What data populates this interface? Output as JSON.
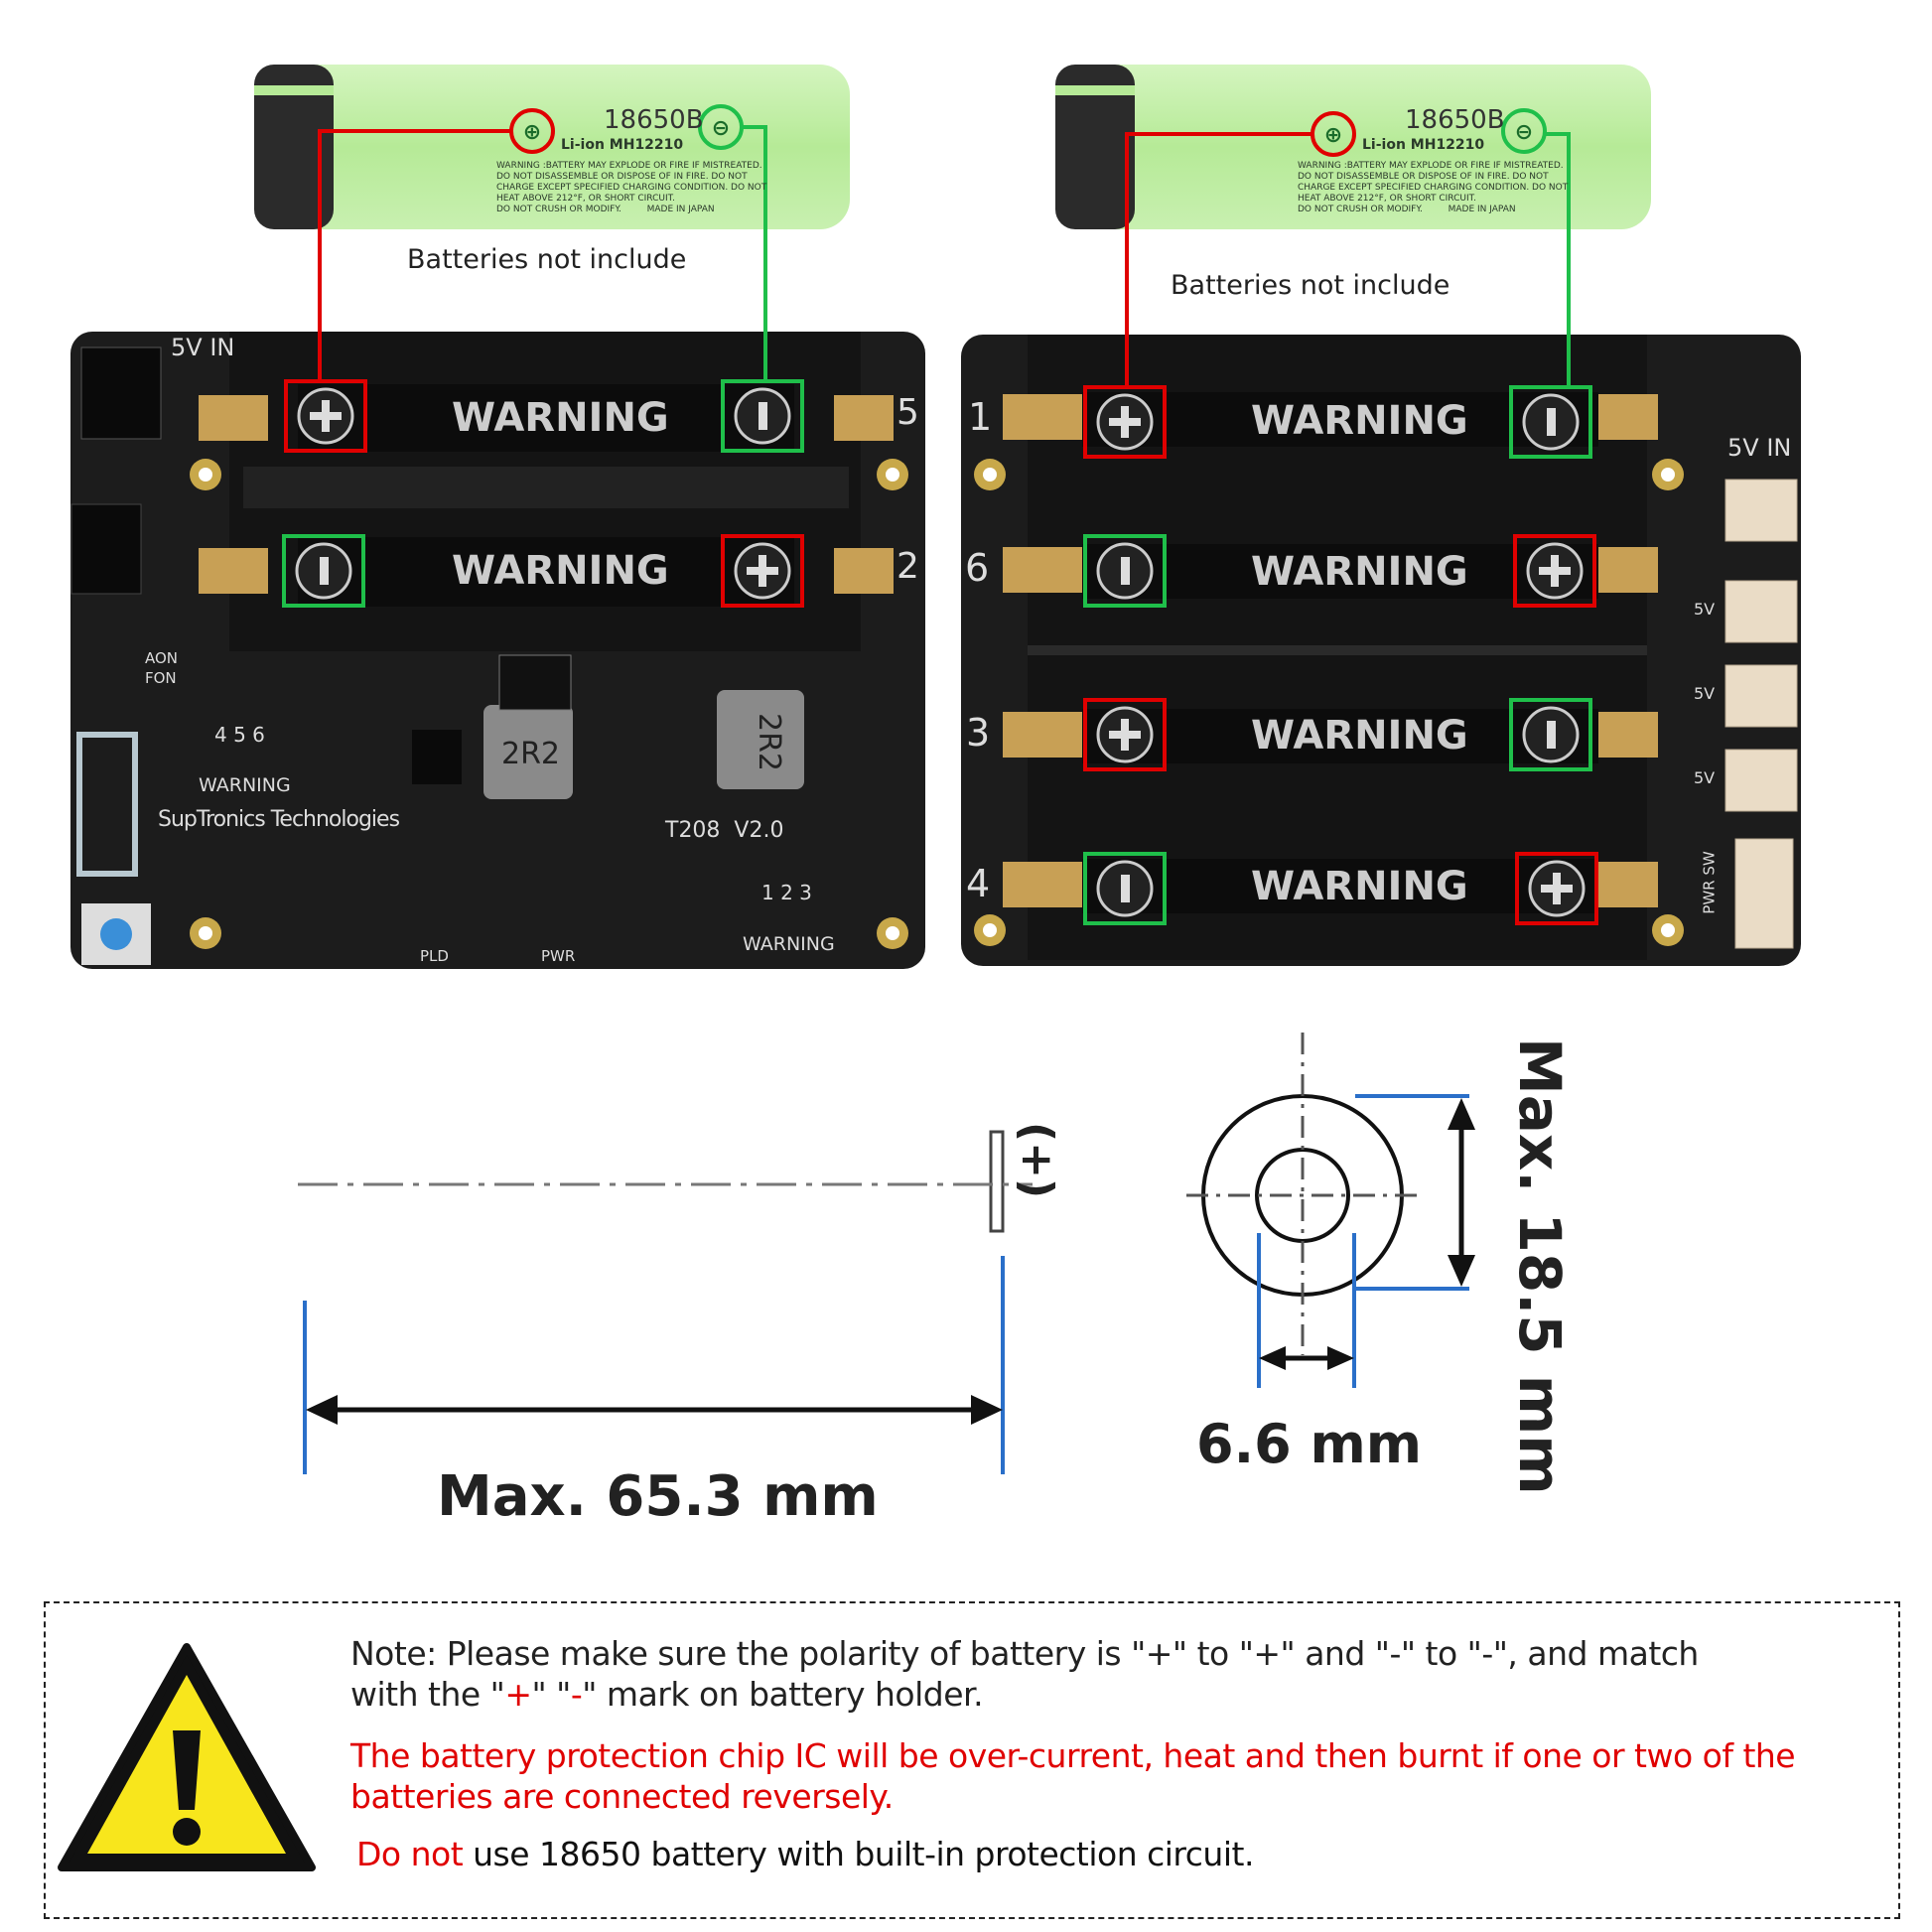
{
  "battery": {
    "model": "18650B",
    "chem": "Li-ion",
    "code": "MH12210",
    "warning_lines": [
      "WARNING :BATTERY MAY EXPLODE OR FIRE IF MISTREATED.",
      "DO NOT DISASSEMBLE OR DISPOSE OF IN FIRE. DO NOT",
      "CHARGE EXCEPT SPECIFIED CHARGING CONDITION. DO NOT",
      "HEAT ABOVE 212°F, OR SHORT CIRCUIT."
    ],
    "last_line": "DO NOT CRUSH OR MODIFY.",
    "made_in": "MADE IN JAPAN"
  },
  "captions": {
    "left": "Batteries not include",
    "right": "Batteries not include"
  },
  "left_board": {
    "input_label": "5V IN",
    "slot_label": "WARNING",
    "slot_numbers": [
      "5",
      "2"
    ],
    "switch_labels": [
      "AON",
      "FON"
    ],
    "led_numbers_a": "4 5 6",
    "led_warning_a": "WARNING",
    "brand": "SupTronics Technologies",
    "inductor": "2R2",
    "model": "T208  V2.0",
    "led_numbers_b": "1 2 3",
    "led_warning_b": "WARNING",
    "pld": "PLD",
    "pwr": "PWR"
  },
  "right_board": {
    "slot_label": "WARNING",
    "slot_numbers": [
      "1",
      "6",
      "3",
      "4"
    ],
    "input_label": "5V IN",
    "output_labels": [
      "5V",
      "5V",
      "5V"
    ],
    "switch_label": "PWR SW"
  },
  "dimensions": {
    "length": "Max. 65.3 mm",
    "diameter": "Max. 18.5 mm",
    "terminal": "6.6 mm",
    "plus": "(+)"
  },
  "note": {
    "line1_a": "Note: Please make sure the polarity of battery is \"+\" to \"+\" and \"-\" to \"-\", and match",
    "line2_a": "with the \"",
    "plus": "+",
    "line2_b": "\" \"",
    "minus": "-",
    "line2_c": "\" mark on battery holder.",
    "warning": "The battery protection chip IC will be over-current, heat and then burnt if one or two of the batteries are connected reversely.",
    "do_not": "Do not",
    "rest": " use 18650 battery with built-in protection circuit."
  },
  "colors": {
    "red": "#e00000",
    "green": "#1fbf4a",
    "battery": "#b8ec9a",
    "board": "#1c1c1c",
    "dim_blue": "#2a6fc9"
  }
}
